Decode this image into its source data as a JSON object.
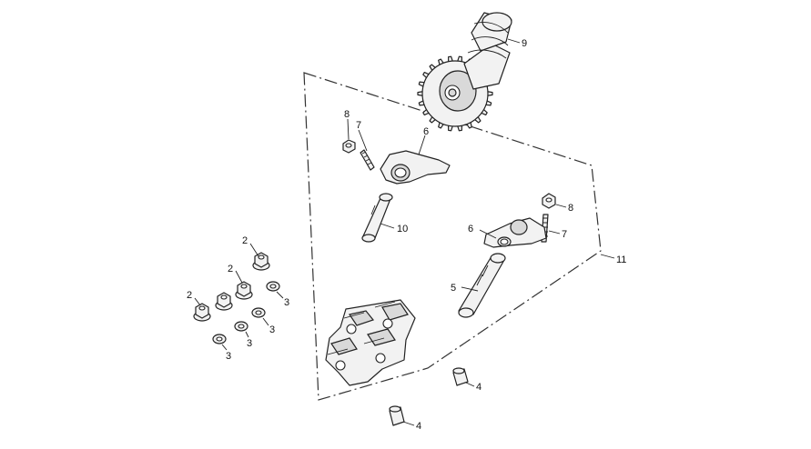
{
  "diagram": {
    "callouts": {
      "c9": "9",
      "c8a": "8",
      "c7a": "7",
      "c6a": "6",
      "c10": "10",
      "c8b": "8",
      "c7b": "7",
      "c6b": "6",
      "c5": "5",
      "c11": "11",
      "c2a": "2",
      "c2b": "2",
      "c2c": "2",
      "c3a": "3",
      "c3b": "3",
      "c3c": "3",
      "c4a": "4",
      "c4b": "4"
    }
  }
}
